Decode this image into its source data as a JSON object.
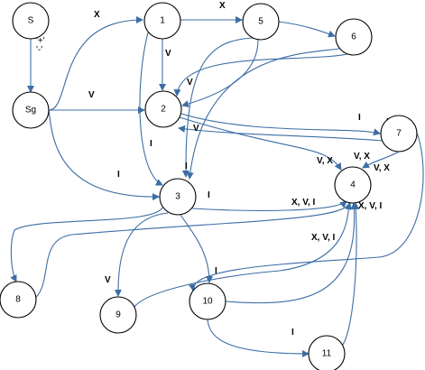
{
  "diagram": {
    "nodes": [
      {
        "id": "S",
        "label": "S"
      },
      {
        "id": "Sg",
        "label": "Sg"
      },
      {
        "id": "1",
        "label": "1"
      },
      {
        "id": "2",
        "label": "2"
      },
      {
        "id": "3",
        "label": "3"
      },
      {
        "id": "4",
        "label": "4"
      },
      {
        "id": "5",
        "label": "5"
      },
      {
        "id": "6",
        "label": "6"
      },
      {
        "id": "7",
        "label": "7"
      },
      {
        "id": "8",
        "label": "8"
      },
      {
        "id": "9",
        "label": "9"
      },
      {
        "id": "10",
        "label": "10"
      },
      {
        "id": "11",
        "label": "11"
      }
    ],
    "edges": [
      {
        "from": "S",
        "to": "Sg",
        "label": "'+'\n'-'"
      },
      {
        "from": "Sg",
        "to": "1",
        "label": ""
      },
      {
        "from": "Sg",
        "to": "2",
        "label": "V"
      },
      {
        "from": "Sg",
        "to": "3",
        "label": "I"
      },
      {
        "from": "1",
        "to": "5",
        "label": "X"
      },
      {
        "from": "1",
        "to": "2",
        "label": "V"
      },
      {
        "from": "1",
        "to": "3",
        "label": "I"
      },
      {
        "from": "5",
        "to": "6",
        "label": "X"
      },
      {
        "from": "5",
        "to": "2",
        "label": "V"
      },
      {
        "from": "5",
        "to": "3",
        "label": "I"
      },
      {
        "from": "6",
        "to": "2",
        "label": ""
      },
      {
        "from": "6",
        "to": "3",
        "label": "I"
      },
      {
        "from": "2",
        "to": "7",
        "label": "I"
      },
      {
        "from": "7",
        "to": "2",
        "label": "V"
      },
      {
        "from": "2",
        "to": "4",
        "label": "V, X"
      },
      {
        "from": "7",
        "to": "4",
        "label": "V, X"
      },
      {
        "from": "7",
        "to": "10",
        "label": "I"
      },
      {
        "from": "3",
        "to": "4",
        "label": "X, V, I"
      },
      {
        "from": "3",
        "to": "8",
        "label": ""
      },
      {
        "from": "3",
        "to": "9",
        "label": "V"
      },
      {
        "from": "3",
        "to": "10",
        "label": ""
      },
      {
        "from": "8",
        "to": "4",
        "label": ""
      },
      {
        "from": "9",
        "to": "4",
        "label": "X, V, I"
      },
      {
        "from": "10",
        "to": "4",
        "label": "X, V, I"
      },
      {
        "from": "10",
        "to": "11",
        "label": "I"
      },
      {
        "from": "11",
        "to": "4",
        "label": ""
      }
    ],
    "extra_labels": [
      {
        "text": "V, X"
      },
      {
        "text": "I"
      }
    ]
  }
}
